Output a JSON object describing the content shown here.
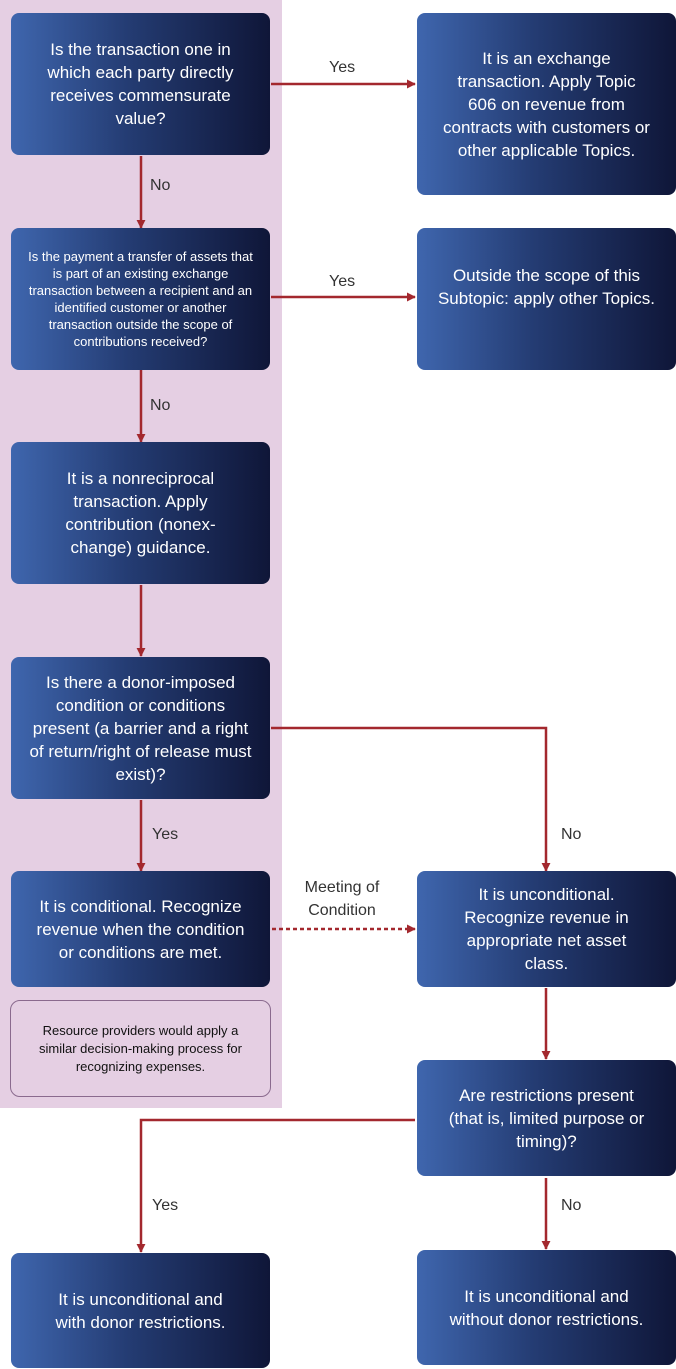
{
  "boxes": {
    "q1": "Is the transaction one in which each party directly receives commensurate value?",
    "exchange": "It is an exchange transaction. Apply Topic 606 on revenue from contracts with customers or other applicable Topics.",
    "q2": "Is the payment a transfer of assets that is part of an existing exchange transaction between a recipient and an identified customer or another transaction outside the scope of contributions received?",
    "outside": "Outside the scope of this Subtopic: apply other Topics.",
    "nonreciprocal": "It is a nonreciprocal transaction. Apply contribution (nonex-change) guidance.",
    "q3": "Is there a donor-imposed condition or conditions present (a barrier and a right of return/right of release must exist)?",
    "conditional": "It is conditional. Recognize revenue when the condition or conditions are met.",
    "unconditional": "It is unconditional. Recognize revenue in appropriate net asset class.",
    "q4": "Are restrictions present (that is, limited purpose or timing)?",
    "with_restrictions": "It is unconditional and with donor restrictions.",
    "without_restrictions": "It is unconditional and without donor restrictions."
  },
  "note": "Resource providers would apply a similar decision-making process for recognizing expenses.",
  "labels": {
    "yes1": "Yes",
    "no1": "No",
    "yes2": "Yes",
    "no2": "No",
    "yes3": "Yes",
    "no3": "No",
    "meeting": "Meeting of Condition",
    "yes4": "Yes",
    "no4": "No"
  },
  "colors": {
    "arrow": "#a3282e",
    "panel": "#e5cfe3",
    "box_light": "#3f66ae",
    "box_dark": "#0f1638"
  }
}
